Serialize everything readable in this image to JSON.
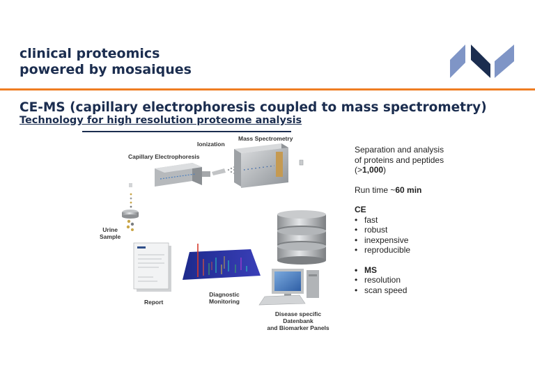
{
  "header": {
    "tagline_line1": "clinical proteomics",
    "tagline_line2": "powered by mosaiques"
  },
  "colors": {
    "brand_navy": "#1b2d4f",
    "brand_blue": "#7f95c6",
    "accent_orange": "#ef7d22"
  },
  "slide": {
    "title": "CE-MS (capillary electrophoresis coupled to mass spectrometry)",
    "subtitle": "Technology for high resolution proteome analysis"
  },
  "diagram": {
    "mass_spectrometry": "Mass Spectrometry",
    "ionization": "Ionization",
    "capillary_electrophoresis": "Capillary Electrophoresis",
    "urine_line1": "Urine",
    "urine_line2": "Sample",
    "report": "Report",
    "diagnostic_line1": "Diagnostic",
    "diagnostic_line2": "Monitoring",
    "database_line1": "Disease specific",
    "database_line2": "Datenbank",
    "database_line3": "and Biomarker Panels"
  },
  "info": {
    "separation_line1": "Separation and analysis",
    "separation_line2": "of proteins and peptides",
    "count_open": "(>",
    "count_value": "1,000",
    "count_close": ")",
    "runtime_prefix": "Run time ~",
    "runtime_value": "60 min",
    "ce_heading": "CE",
    "ce_items": [
      "fast",
      "robust",
      "inexpensive",
      "reproducible"
    ],
    "ms_heading": "MS",
    "ms_items": [
      "resolution",
      "scan speed"
    ]
  }
}
